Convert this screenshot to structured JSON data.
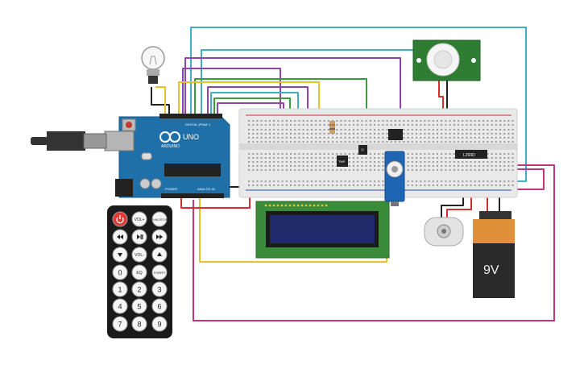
{
  "arduino": {
    "brand": "ARDUINO",
    "model": "UNO",
    "digital_label": "DIGITAL (PWM~)",
    "analog_label": "ANALOG IN",
    "power_label": "POWER"
  },
  "remote": {
    "buttons": [
      "",
      "VOL+",
      "FUNC/STOP",
      "",
      "",
      "",
      "",
      "VOL-",
      "",
      "0",
      "EQ",
      "ST/REPT",
      "1",
      "2",
      "3",
      "4",
      "5",
      "6",
      "7",
      "8",
      "9"
    ]
  },
  "sensors": {
    "temp_label": "TMP"
  },
  "driver": {
    "label": "L293D"
  },
  "battery": {
    "label": "9V"
  },
  "colors": {
    "arduino": "#1f6fa8",
    "breadboard": "#e9e9e9",
    "lcd_board": "#3a8c3a",
    "lcd_screen": "#1f2a6b",
    "remote": "#1a1a1a",
    "battery": "#e1903a",
    "wire_cyan": "#3fb0c4",
    "wire_magenta": "#c0377d",
    "wire_purple": "#8e44ad",
    "wire_yellow": "#e8c22a",
    "wire_green": "#3a9d3a",
    "wire_red": "#d32f2f",
    "wire_black": "#222222"
  },
  "icons": [
    "light-bulb-icon",
    "usb-cable-icon",
    "power-icon",
    "play-pause-icon",
    "rewind-icon",
    "fast-forward-icon",
    "down-arrow-icon",
    "up-arrow-icon"
  ]
}
